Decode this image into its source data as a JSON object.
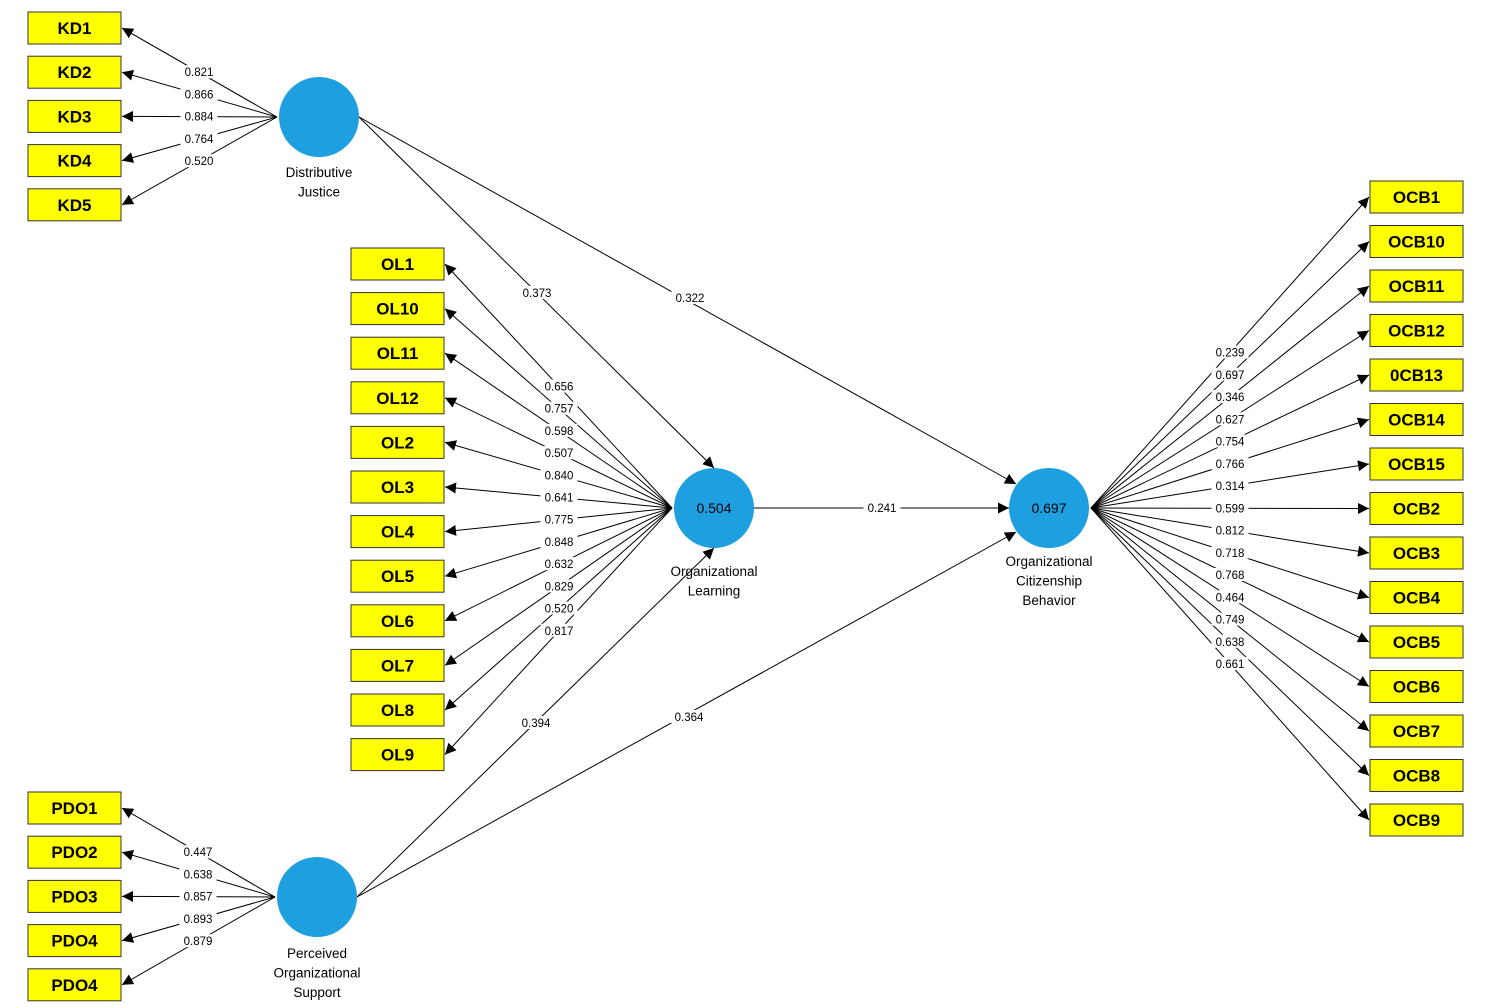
{
  "colors": {
    "indicator_fill": "#ffff00",
    "indicator_stroke": "#333333",
    "construct_fill": "#1e9fe0",
    "line": "#000000"
  },
  "constructs": {
    "kd": {
      "name_lines": [
        "Distributive",
        "Justice"
      ],
      "r2": ""
    },
    "ol": {
      "name_lines": [
        "Organizational",
        "Learning"
      ],
      "r2": "0.504"
    },
    "ocb": {
      "name_lines": [
        "Organizational",
        "Citizenship",
        "Behavior"
      ],
      "r2": "0.697"
    },
    "pdo": {
      "name_lines": [
        "Perceived",
        "Organizational",
        "Support"
      ],
      "r2": ""
    }
  },
  "indicators": {
    "kd": [
      {
        "label": "KD1",
        "loading": "0.821"
      },
      {
        "label": "KD2",
        "loading": "0.866"
      },
      {
        "label": "KD3",
        "loading": "0.884"
      },
      {
        "label": "KD4",
        "loading": "0.764"
      },
      {
        "label": "KD5",
        "loading": "0.520"
      }
    ],
    "ol": [
      {
        "label": "OL1",
        "loading": "0.656"
      },
      {
        "label": "OL10",
        "loading": "0.757"
      },
      {
        "label": "OL11",
        "loading": "0.598"
      },
      {
        "label": "OL12",
        "loading": "0.507"
      },
      {
        "label": "OL2",
        "loading": "0.840"
      },
      {
        "label": "OL3",
        "loading": "0.641"
      },
      {
        "label": "OL4",
        "loading": "0.775"
      },
      {
        "label": "OL5",
        "loading": "0.848"
      },
      {
        "label": "OL6",
        "loading": "0.632"
      },
      {
        "label": "OL7",
        "loading": "0.829"
      },
      {
        "label": "OL8",
        "loading": "0.520"
      },
      {
        "label": "OL9",
        "loading": "0.817"
      }
    ],
    "ocb": [
      {
        "label": "OCB1",
        "loading": "0.239"
      },
      {
        "label": "OCB10",
        "loading": "0.697"
      },
      {
        "label": "OCB11",
        "loading": "0.346"
      },
      {
        "label": "OCB12",
        "loading": "0.627"
      },
      {
        "label": "0CB13",
        "loading": "0.754"
      },
      {
        "label": "OCB14",
        "loading": "0.766"
      },
      {
        "label": "OCB15",
        "loading": "0.314"
      },
      {
        "label": "OCB2",
        "loading": "0.599"
      },
      {
        "label": "OCB3",
        "loading": "0.812"
      },
      {
        "label": "OCB4",
        "loading": "0.718"
      },
      {
        "label": "OCB5",
        "loading": "0.768"
      },
      {
        "label": "OCB6",
        "loading": "0.464"
      },
      {
        "label": "OCB7",
        "loading": "0.749"
      },
      {
        "label": "OCB8",
        "loading": "0.638"
      },
      {
        "label": "OCB9",
        "loading": "0.661"
      }
    ],
    "pdo": [
      {
        "label": "PDO1",
        "loading": "0.447"
      },
      {
        "label": "PDO2",
        "loading": "0.638"
      },
      {
        "label": "PDO3",
        "loading": "0.857"
      },
      {
        "label": "PDO4",
        "loading": "0.893"
      },
      {
        "label": "PDO4",
        "loading": "0.879"
      }
    ]
  },
  "paths": [
    {
      "from": "kd",
      "to": "ol",
      "coef": "0.373"
    },
    {
      "from": "kd",
      "to": "ocb",
      "coef": "0.322"
    },
    {
      "from": "ol",
      "to": "ocb",
      "coef": "0.241"
    },
    {
      "from": "pdo",
      "to": "ol",
      "coef": "0.394"
    },
    {
      "from": "pdo",
      "to": "ocb",
      "coef": "0.364"
    }
  ]
}
